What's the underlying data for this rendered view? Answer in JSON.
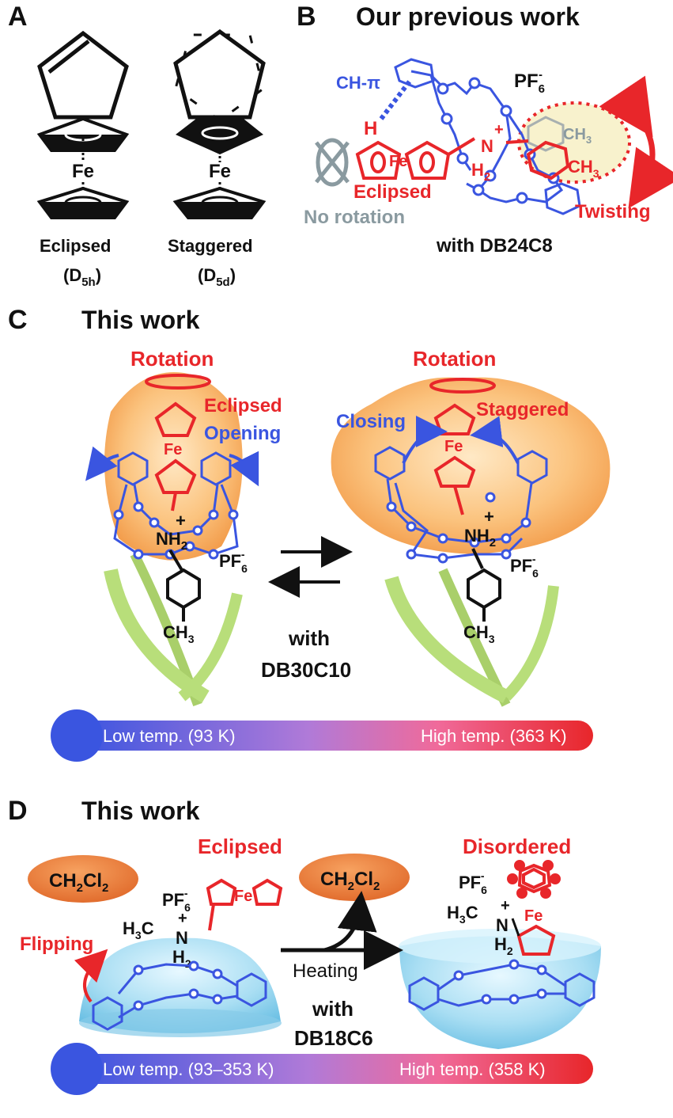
{
  "panels": {
    "A": {
      "letter": "A",
      "eclipsed": "Eclipsed",
      "eclipsed_sym": "(D",
      "eclipsed_sub": "5h",
      "eclipsed_close": ")",
      "staggered": "Staggered",
      "staggered_sym": "(D",
      "staggered_sub": "5d",
      "staggered_close": ")",
      "fe": "Fe"
    },
    "B": {
      "letter": "B",
      "title": "Our previous work",
      "ch_pi": "CH-π",
      "pf6": "PF",
      "pf6_sub": "6",
      "pf6_sup": "-",
      "h": "H",
      "fe": "Fe",
      "nh2_n": "N",
      "nh2_h2": "H",
      "nh2_sub": "2",
      "plus": "+",
      "ch3_top": "CH",
      "ch3_top_sub": "3",
      "ch3": "CH",
      "ch3_sub": "3",
      "eclipsed": "Eclipsed",
      "no_rotation": "No rotation",
      "twisting": "Twisting",
      "with": "with DB24C8"
    },
    "C": {
      "letter": "C",
      "title": "This work",
      "rotation_left": "Rotation",
      "rotation_right": "Rotation",
      "eclipsed": "Eclipsed",
      "opening": "Opening",
      "closing": "Closing",
      "staggered": "Staggered",
      "fe": "Fe",
      "nh2": "NH",
      "nh2_sub": "2",
      "plus": "+",
      "pf6": "PF",
      "pf6_sub": "6",
      "pf6_sup": "-",
      "ch3": "CH",
      "ch3_sub": "3",
      "with_line1": "with",
      "with_line2": "DB30C10",
      "bar_low": "Low temp. (93 K)",
      "bar_high": "High temp. (363 K)"
    },
    "D": {
      "letter": "D",
      "title": "This work",
      "eclipsed": "Eclipsed",
      "disordered": "Disordered",
      "solvent_left": "CH",
      "solvent_left_sub1": "2",
      "solvent_left_cl": "Cl",
      "solvent_left_sub2": "2",
      "solvent_right": "CH",
      "solvent_right_sub1": "2",
      "solvent_right_cl": "Cl",
      "solvent_right_sub2": "2",
      "pf6": "PF",
      "pf6_sub": "6",
      "pf6_sup": "-",
      "h3c": "H",
      "h3c_sub": "3",
      "h3c_c": "C",
      "n": "N",
      "plus": "+",
      "h2": "H",
      "h2_sub": "2",
      "fe": "Fe",
      "flipping": "Flipping",
      "heating": "Heating",
      "with_line1": "with",
      "with_line2": "DB18C6",
      "bar_low": "Low temp. (93–353 K)",
      "bar_high": "High temp. (358 K)"
    }
  },
  "colors": {
    "red": "#e8262a",
    "blue": "#3a55e0",
    "black": "#111111",
    "orange": "#f0a050",
    "cyan": "#8fd3ef",
    "bar_start": "#3a55e0",
    "bar_end": "#e8262a"
  }
}
